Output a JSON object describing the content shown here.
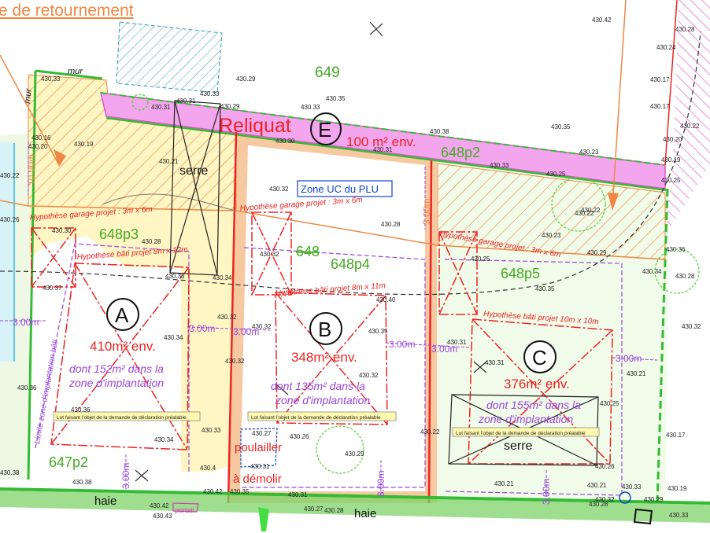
{
  "colors": {
    "hatch_orange": "#ee7722",
    "pink": "#ee88ee",
    "green": "#33bb33",
    "red": "#ee2222",
    "purple": "#9944dd",
    "blue": "#1144cc",
    "label_green": "#44aa22"
  },
  "header": {
    "title": "e de retournement"
  },
  "parcels": {
    "p649": "649",
    "p648": "648",
    "p648p2": "648p2",
    "p648p3": "648p3",
    "p648p4": "648p4",
    "p648p5": "648p5",
    "p647p2": "647p2"
  },
  "lots": {
    "A": {
      "letter": "A",
      "area": "410m² env.",
      "note_l1": "dont 152m² dans la",
      "note_l2": "zone d'implantation"
    },
    "B": {
      "letter": "B",
      "area": "348m² env.",
      "note_l1": "dont 135m² dans la",
      "note_l2": "zone d'implantation"
    },
    "C": {
      "letter": "C",
      "area": "376m² env.",
      "note_l1": "dont 155m² dans la",
      "note_l2": "zone d'implantation"
    },
    "E": {
      "letter": "E",
      "title": "Reliquat",
      "area": "100 m² env."
    }
  },
  "zone_label": "Zone UC du PLU",
  "hypotheses": {
    "garage_a": "Hypothèse garage projet : 3m x 6m",
    "garage_b": "Hypothèse garage projet : 3m x 6m",
    "garage_c": "Hypothèse garage projet : 3m x 6m",
    "bati_a": "Hypothèse bâti projet 8m x 12m",
    "bati_b": "Hypothèse bâti projet 8m x 11m",
    "bati_c": "Hypothèse bâti projet 10m x 10m"
  },
  "declaration": "Lot faisant l'objet de la demande de déclaration préalable",
  "labels": {
    "serre": "serre",
    "poulailler": "poulailler",
    "a_demolir": "à démolir",
    "haie": "haie",
    "portail": "portail",
    "mur": "mur",
    "limite_zone": "Limite zone d'implantation bâti"
  },
  "distances": {
    "d3": "3.00m",
    "d10": "10.00m"
  },
  "elevations": [
    "430.33",
    "430.29",
    "430.31",
    "430.31",
    "430.29",
    "430.35",
    "430.33",
    "430.33",
    "430.38",
    "430.35",
    "430.16",
    "430.20",
    "430.19",
    "430.21",
    "430.30",
    "430.31",
    "430.33",
    "430.25",
    "430.32",
    "430.28",
    "430.30",
    "430.28",
    "430.36",
    "430.34",
    "430.37",
    "430.32",
    "430.40",
    "430.35",
    "430.35",
    "430.34",
    "430.32",
    "430.32",
    "430.32",
    "430.31",
    "430.31",
    "430.36",
    "430.34",
    "430.33",
    "430.36",
    "430.22",
    "430.27",
    "430.26",
    "430.29",
    "430.31",
    "430.25",
    "430.26",
    "430.21",
    "430.28",
    "430.38",
    "430.38",
    "430.42",
    "430.43",
    "430.42",
    "430.35",
    "430.31",
    "430.27",
    "430.28",
    "430.32",
    "430.33",
    "430.29",
    "430.42",
    "430.28",
    "430.24",
    "430.17",
    "430.17",
    "430.22",
    "430.20",
    "430.19",
    "430.25",
    "430.22",
    "430.23",
    "430.29",
    "430.34",
    "430.28",
    "430.32",
    "430.21",
    "430.17",
    "430.19",
    "430.33",
    "430.25",
    "430.23",
    "430.21",
    "430.36",
    "430.22",
    "430.22",
    "430.26",
    "430.4",
    "430.32"
  ]
}
